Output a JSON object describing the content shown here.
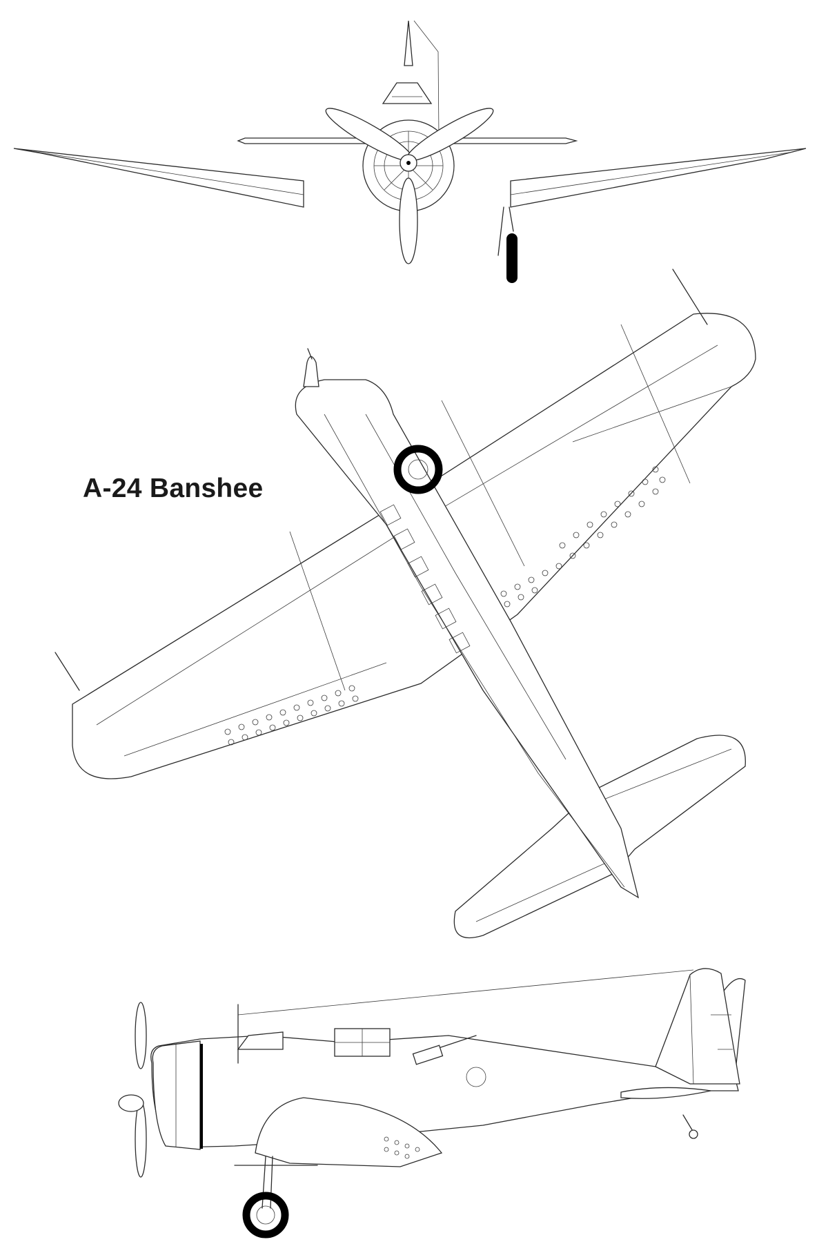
{
  "title": "A-24 Banshee",
  "colors": {
    "background": "#ffffff",
    "line": "#2b2b2b",
    "title": "#1a1a1a"
  },
  "views": [
    "front-view",
    "top-view",
    "side-view"
  ]
}
